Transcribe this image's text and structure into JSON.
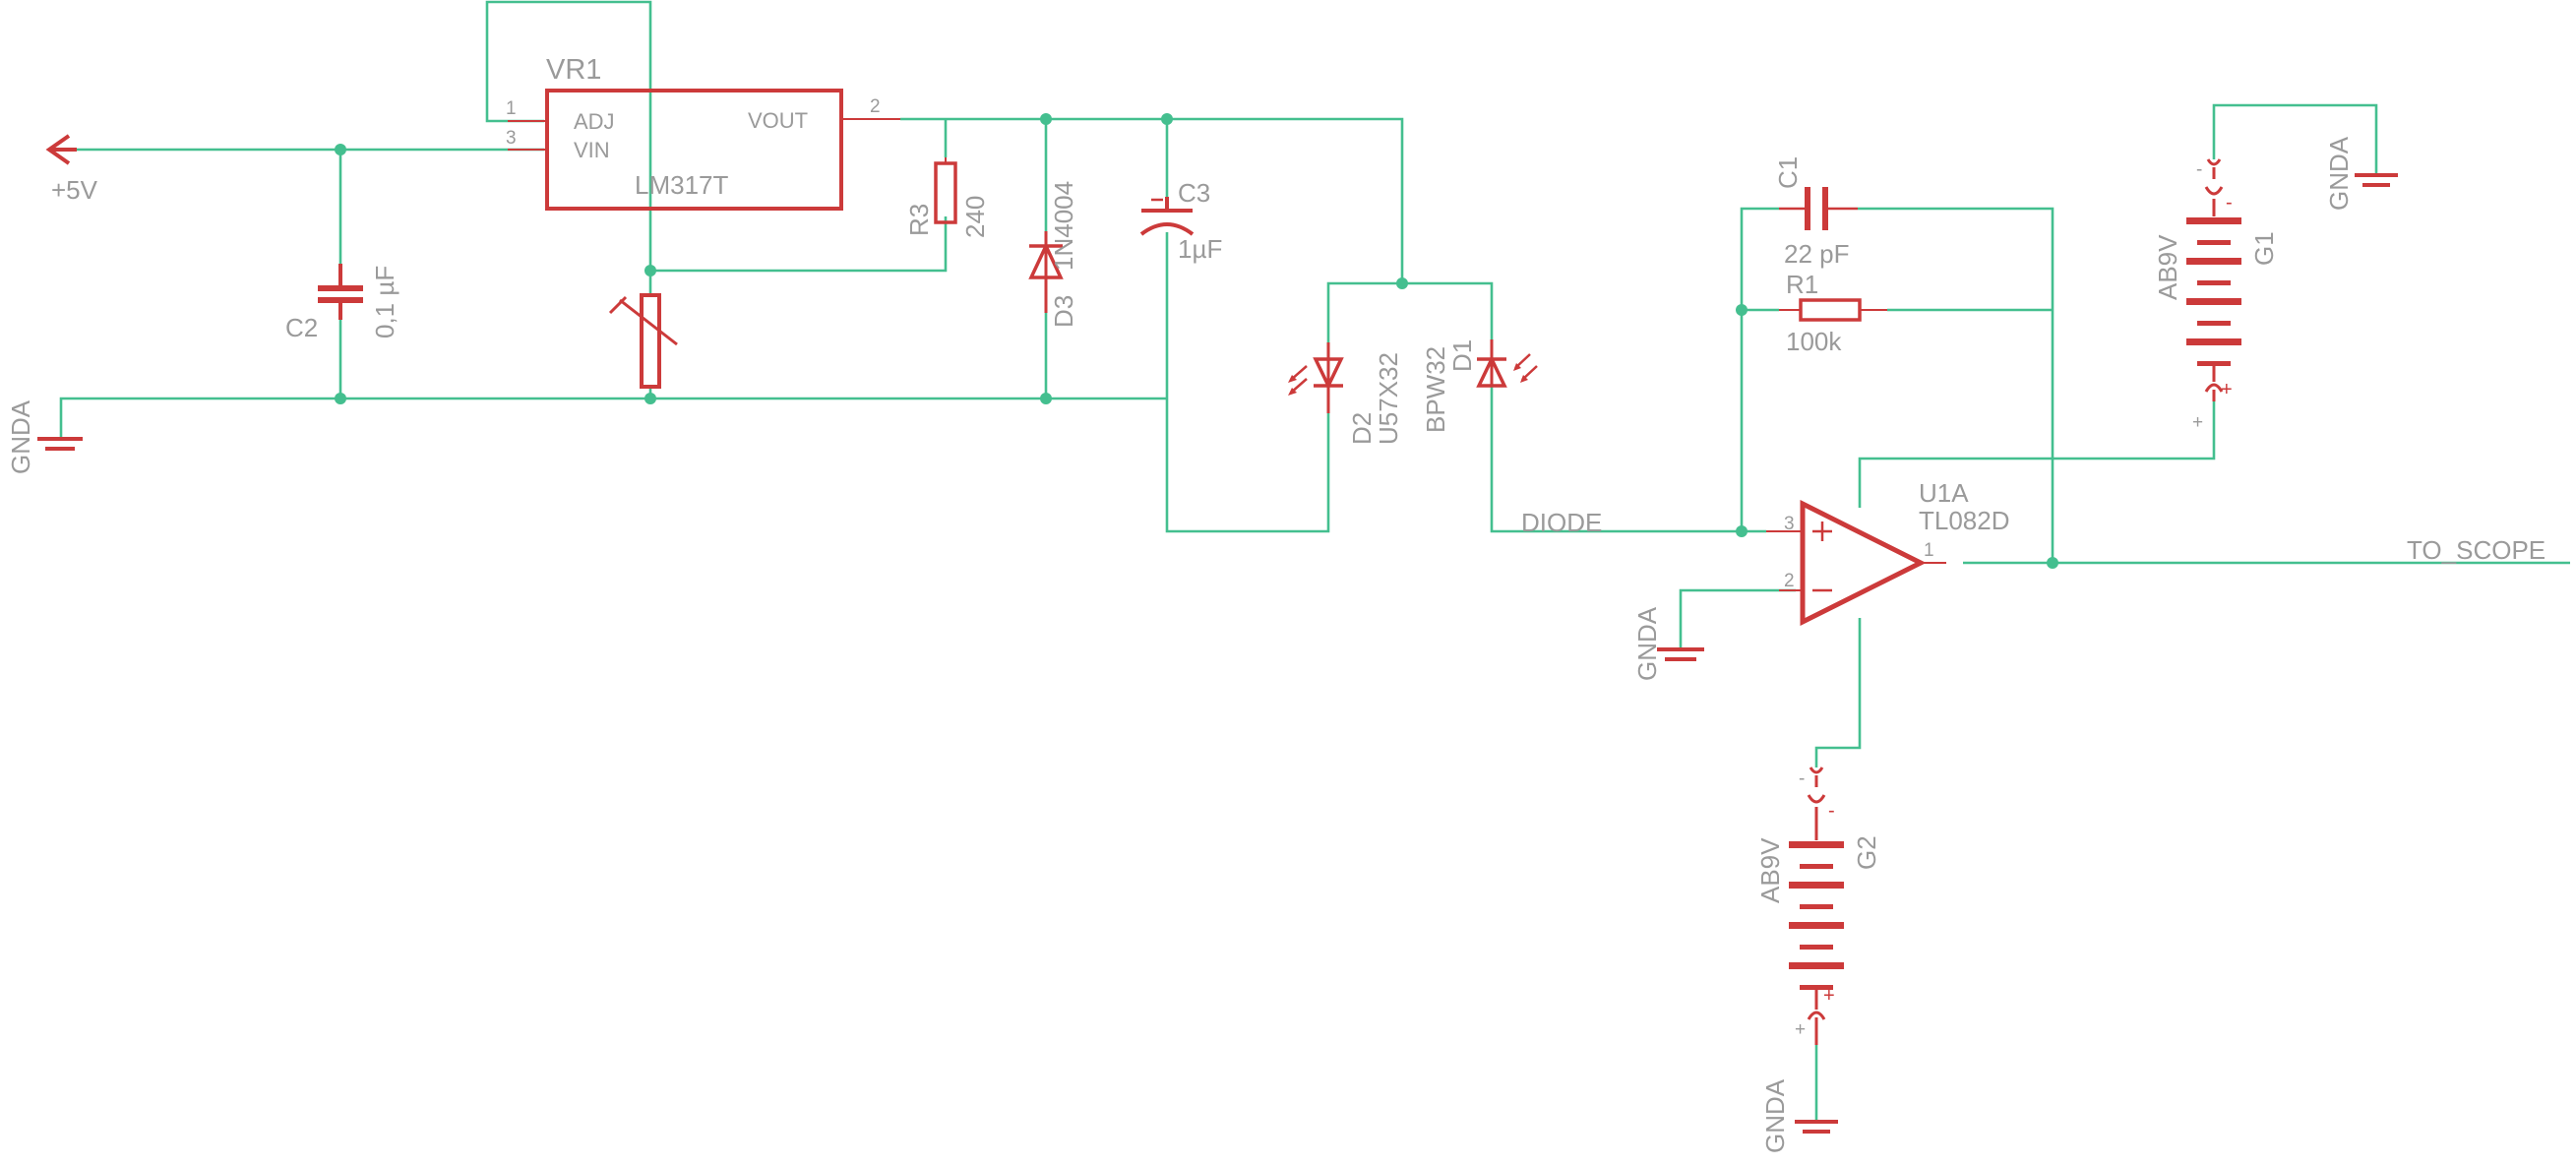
{
  "schematic": {
    "labels": {
      "vr1_name": "VR1",
      "vr1_value": "LM317T",
      "vr1_adj": "ADJ",
      "vr1_vin": "VIN",
      "vr1_vout": "VOUT",
      "vr1_pin1": "1",
      "vr1_pin3": "3",
      "vr1_pin2": "2",
      "supply": "+5V",
      "gnda": "GNDA",
      "c2_name": "C2",
      "c2_value": "0,1 µF",
      "r3_name": "R3",
      "r3_value": "240",
      "d3_name": "D3",
      "d3_value": "1N4004",
      "c3_name": "C3",
      "c3_value": "1µF",
      "d2_name": "D2",
      "d2_value": "U57X32",
      "d1_name": "D1",
      "d1_value": "BPW32",
      "diode_net": "DIODE",
      "c1_name": "C1",
      "c1_value": "22 pF",
      "r1_name": "R1",
      "r1_value": "100k",
      "u1_name": "U1A",
      "u1_value": "TL082D",
      "u1_pin3": "3",
      "u1_pin2": "2",
      "u1_pin1": "1",
      "out_net": "TO_SCOPE",
      "g1_name": "G1",
      "g1_value": "AB9V",
      "g2_name": "G2",
      "g2_value": "AB9V",
      "plus": "+",
      "minus": "-"
    },
    "colors": {
      "wire": "#44bf8f",
      "symbol": "#cc3a3a",
      "text": "#9a9a9a"
    }
  }
}
